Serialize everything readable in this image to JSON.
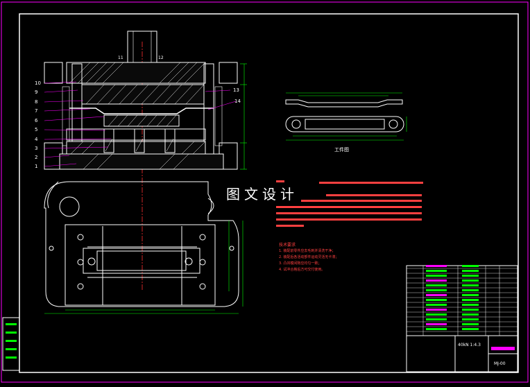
{
  "watermark": "图文设计",
  "drawing": {
    "left_part_numbers": [
      "10",
      "9",
      "8",
      "7",
      "6",
      "5",
      "4",
      "3",
      "2",
      "1"
    ],
    "right_part_numbers": [
      "13",
      "14"
    ],
    "top_labels": [
      "11",
      "12"
    ],
    "workpiece_caption": "工件图",
    "notes_section_title": "技术要求",
    "notes": [
      "1. 装配前零件应去毛刺并清洗干净；",
      "2. 装配后各活动部件运动灵活无卡滞；",
      "3. 凸凹模间隙应均匀一致；",
      "4. 试冲合格后方可交付使用。"
    ]
  },
  "title_block": {
    "scale_text": "40kN 1:4.3",
    "drawing_number": "MJ-00"
  },
  "colors": {
    "frame": "#ff00ff",
    "outline": "#ffffff",
    "dimension": "#00ff00",
    "centerline": "#ff3030",
    "leader": "#ff00ff",
    "text_red": "#ff4040",
    "highlight": "#ff00ff"
  }
}
